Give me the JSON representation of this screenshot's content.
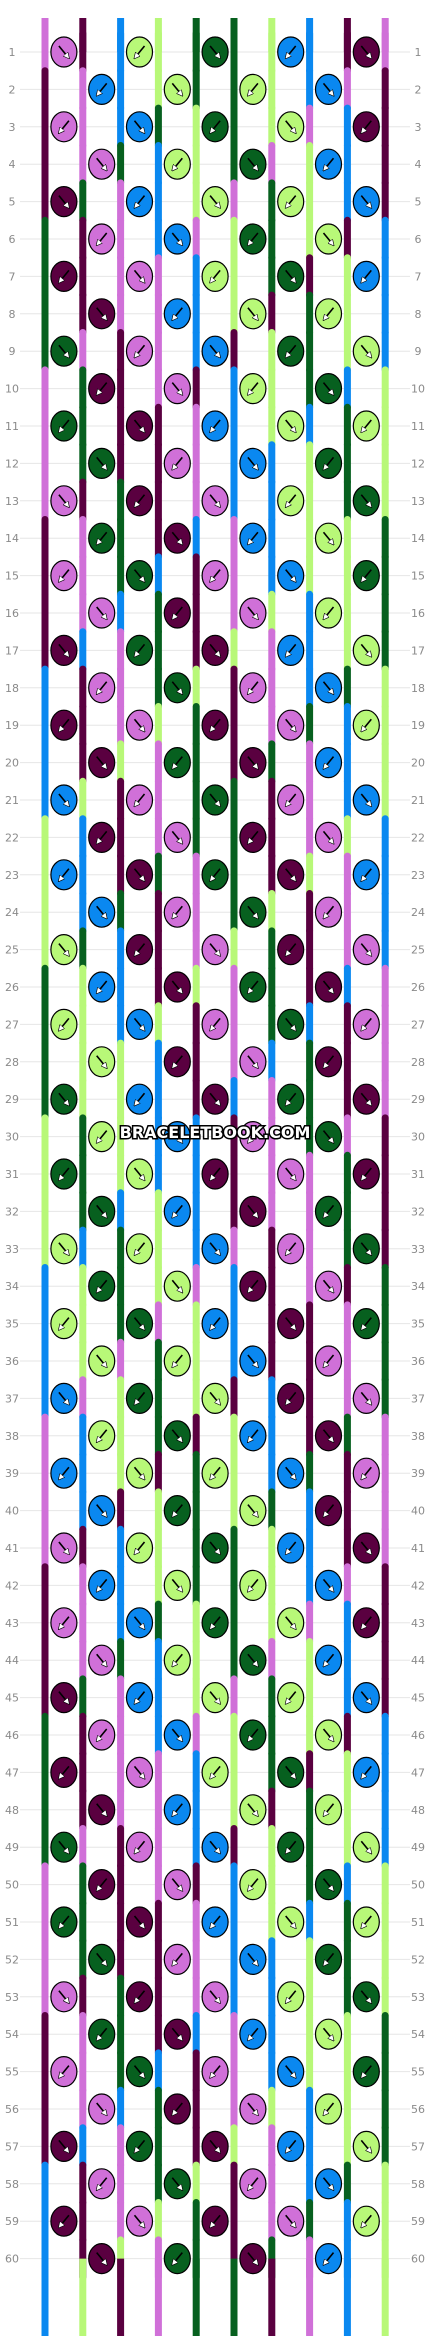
{
  "watermark": "BRACELETBOOK.COM",
  "palette": {
    "A": "#d070d8",
    "B": "#5a0040",
    "C": "#0a88f0",
    "D": "#b8f878",
    "E": "#07601f"
  },
  "strings": [
    "A",
    "B",
    "C",
    "D",
    "E",
    "E",
    "D",
    "C",
    "B",
    "A"
  ],
  "rows": [
    "1",
    "2",
    "3",
    "4",
    "5",
    "6",
    "7",
    "8",
    "9",
    "10",
    "11",
    "12",
    "13",
    "14",
    "15",
    "16",
    "17",
    "18",
    "19",
    "20",
    "21",
    "22",
    "23",
    "24",
    "25",
    "26",
    "27",
    "28",
    "29",
    "30",
    "31",
    "32",
    "33",
    "34",
    "35",
    "36",
    "37",
    "38",
    "39",
    "40",
    "41",
    "42",
    "43",
    "44",
    "45",
    "46",
    "47",
    "48",
    "49",
    "50",
    "51",
    "52",
    "53",
    "54",
    "55",
    "56",
    "57",
    "58",
    "59",
    "60"
  ]
}
